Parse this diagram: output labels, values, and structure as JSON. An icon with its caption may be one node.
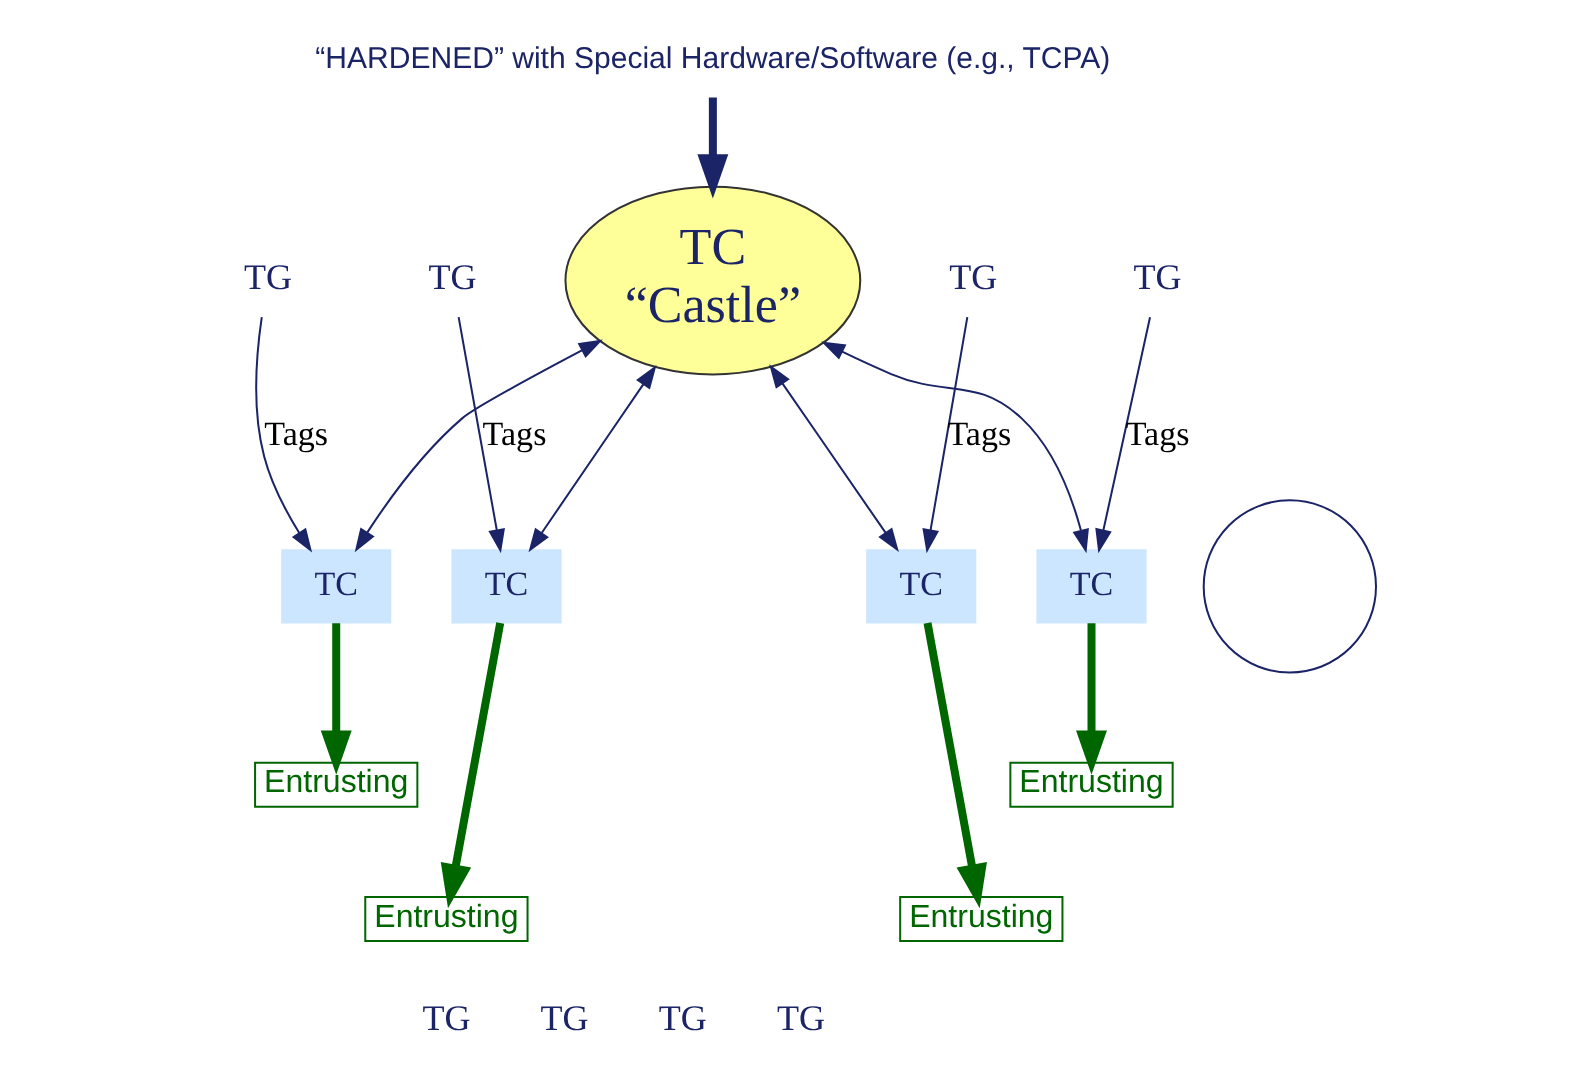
{
  "diagram": {
    "nodes": [
      {
        "text": [
          "TC",
          "“Castle”"
        ]
      },
      {
        "text": [
          "“HARDENED” with Special Hardware/Software (e.g., TCPA)"
        ]
      },
      {
        "text": [],
        "shape": "circle"
      },
      {
        "text": [
          "TC"
        ]
      },
      {
        "text": [
          "TC"
        ]
      },
      {
        "text": [
          "TC"
        ]
      },
      {
        "text": [
          "TC"
        ]
      },
      {
        "text": [
          "TG"
        ]
      },
      {
        "text": [
          "TG"
        ]
      },
      {
        "text": [
          "Entrusting"
        ]
      },
      {
        "text": [
          "Entrusting"
        ]
      },
      {
        "text": [
          "TG"
        ]
      },
      {
        "text": [
          "TG"
        ]
      },
      {
        "text": [
          "Entrusting"
        ]
      },
      {
        "text": [
          "Entrusting"
        ]
      }
    ],
    "edges": [
      {
        "from": 1,
        "to": 0,
        "arrow": "to",
        "style": "thick"
      },
      {
        "from": 0,
        "to": 3,
        "arrow": "both"
      },
      {
        "from": 0,
        "to": 5,
        "arrow": "both"
      },
      {
        "from": 0,
        "to": 6,
        "arrow": "both"
      },
      {
        "from": 0,
        "to": 4,
        "arrow": "both"
      },
      {
        "from": 7,
        "to": 3,
        "arrow": "to",
        "label": "Tags"
      },
      {
        "from": 8,
        "to": 4,
        "arrow": "to",
        "label": "Tags"
      },
      {
        "from": 11,
        "to": 5,
        "arrow": "to",
        "label": "Tags"
      },
      {
        "from": 12,
        "to": 6,
        "arrow": "to",
        "label": "Tags"
      },
      {
        "from": 3,
        "to": 9,
        "arrow": "to",
        "style": "thick",
        "color": "#006600"
      },
      {
        "from": 4,
        "to": 10,
        "arrow": "to",
        "style": "thick",
        "color": "#006600"
      },
      {
        "from": 5,
        "to": 13,
        "arrow": "to",
        "style": "thick",
        "color": "#006600"
      },
      {
        "from": 6,
        "to": 14,
        "arrow": "to",
        "style": "thick",
        "color": "#006600"
      }
    ],
    "labels": [
      "TG",
      "TG",
      "TG",
      "TG"
    ]
  }
}
